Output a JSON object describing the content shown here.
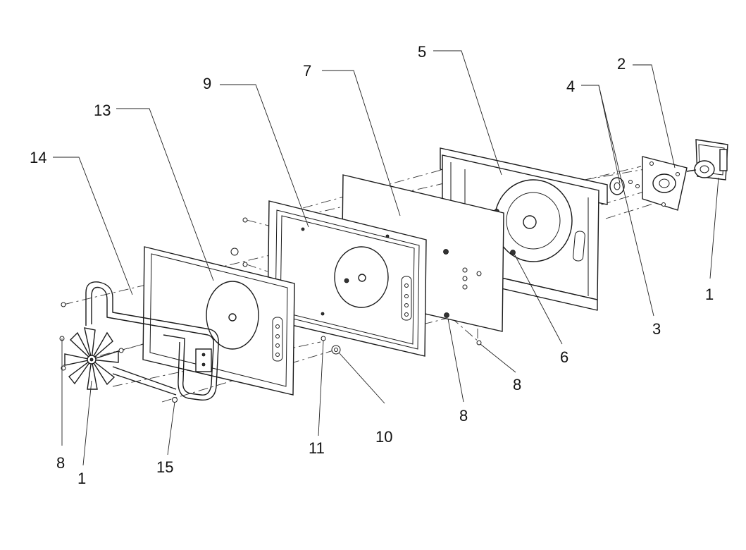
{
  "labels": {
    "l1_right": "1",
    "l2": "2",
    "l3": "3",
    "l4": "4",
    "l5": "5",
    "l6": "6",
    "l7": "7",
    "l8_right": "8",
    "l8_mid": "8",
    "l8_left": "8",
    "l9": "9",
    "l10": "10",
    "l11": "11",
    "l13": "13",
    "l14": "14",
    "l15": "15",
    "l1_left": "1"
  }
}
